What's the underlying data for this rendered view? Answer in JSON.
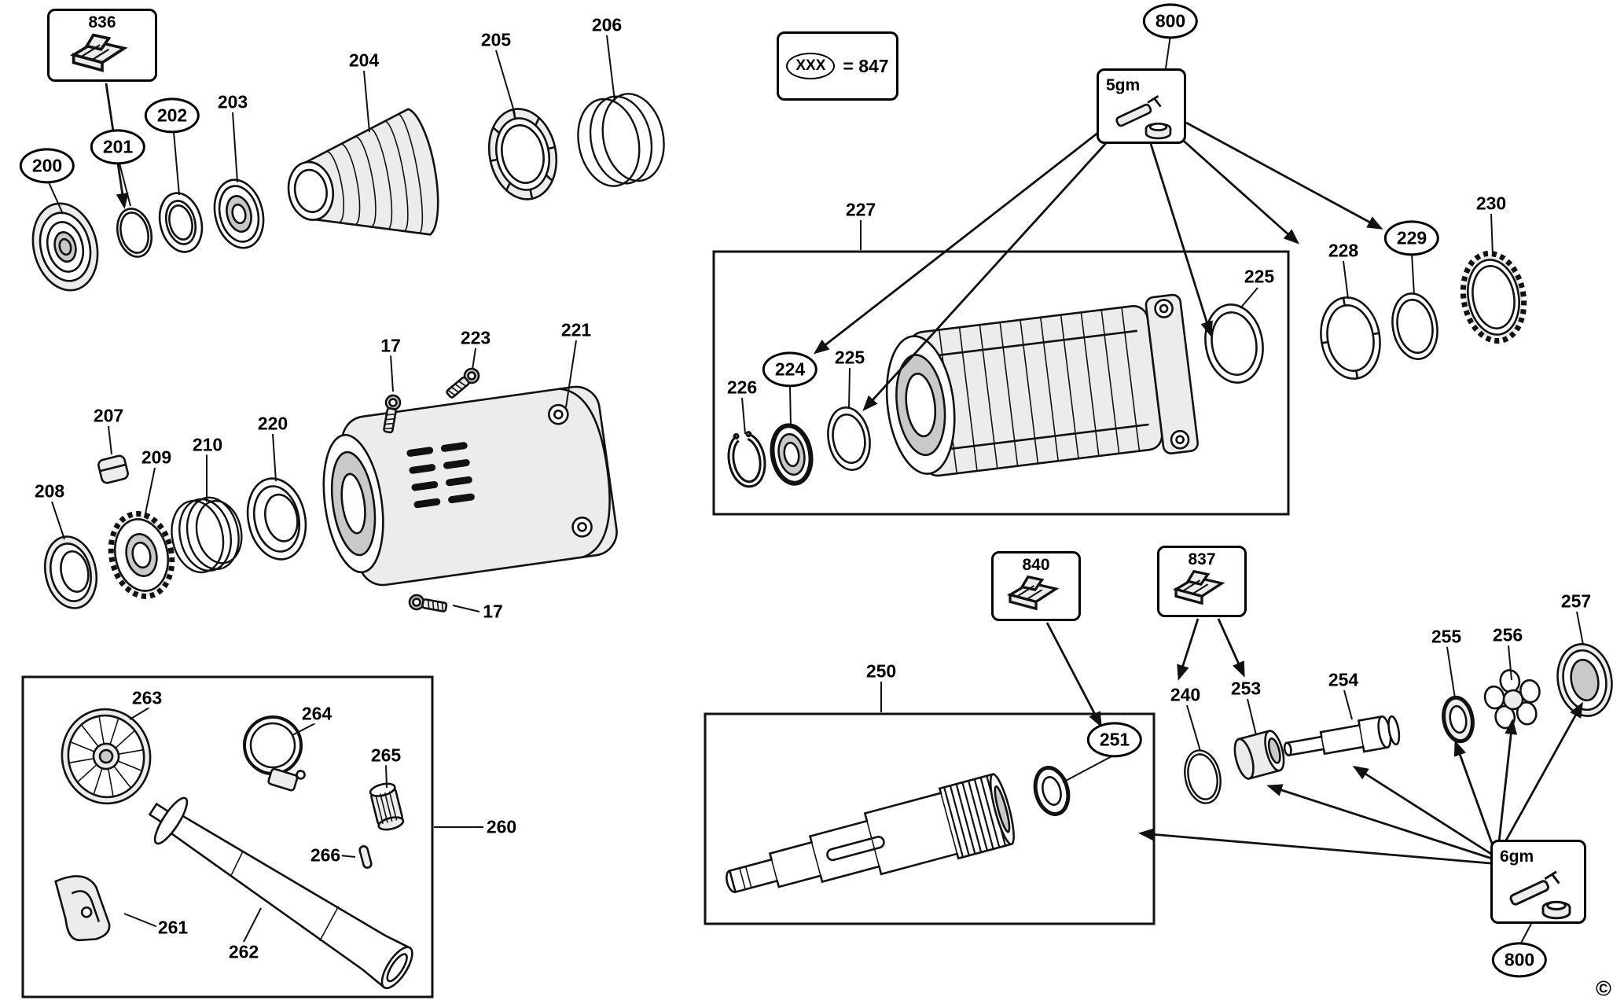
{
  "page": {
    "background": "#ffffff",
    "ink": "#111111"
  },
  "legend": {
    "symbol": "XXX",
    "value": "= 847"
  },
  "copyright": "©",
  "callouts": {
    "box836": "836",
    "box840": "840",
    "box837": "837",
    "grease5": "5gm",
    "grease6": "6gm",
    "oval800_top": "800",
    "oval800_bottom": "800"
  },
  "labels": [
    {
      "part": "200",
      "text": "200",
      "shape": "oval"
    },
    {
      "part": "201",
      "text": "201",
      "shape": "oval"
    },
    {
      "part": "202",
      "text": "202",
      "shape": "oval"
    },
    {
      "part": "203",
      "text": "203",
      "shape": "plain"
    },
    {
      "part": "204",
      "text": "204",
      "shape": "plain"
    },
    {
      "part": "205",
      "text": "205",
      "shape": "plain"
    },
    {
      "part": "206",
      "text": "206",
      "shape": "plain"
    },
    {
      "part": "17",
      "text": "17",
      "shape": "plain"
    },
    {
      "part": "223",
      "text": "223",
      "shape": "plain"
    },
    {
      "part": "221",
      "text": "221",
      "shape": "plain"
    },
    {
      "part": "207",
      "text": "207",
      "shape": "plain"
    },
    {
      "part": "209",
      "text": "209",
      "shape": "plain"
    },
    {
      "part": "210",
      "text": "210",
      "shape": "plain"
    },
    {
      "part": "220",
      "text": "220",
      "shape": "plain"
    },
    {
      "part": "208",
      "text": "208",
      "shape": "plain"
    },
    {
      "part": "17",
      "text": "17",
      "shape": "plain"
    },
    {
      "part": "227",
      "text": "227",
      "shape": "plain"
    },
    {
      "part": "226",
      "text": "226",
      "shape": "plain"
    },
    {
      "part": "224",
      "text": "224",
      "shape": "oval"
    },
    {
      "part": "225",
      "text": "225",
      "shape": "plain"
    },
    {
      "part": "225",
      "text": "225",
      "shape": "plain"
    },
    {
      "part": "228",
      "text": "228",
      "shape": "plain"
    },
    {
      "part": "229",
      "text": "229",
      "shape": "oval"
    },
    {
      "part": "230",
      "text": "230",
      "shape": "plain"
    },
    {
      "part": "250",
      "text": "250",
      "shape": "plain"
    },
    {
      "part": "251",
      "text": "251",
      "shape": "oval"
    },
    {
      "part": "240",
      "text": "240",
      "shape": "plain"
    },
    {
      "part": "253",
      "text": "253",
      "shape": "plain"
    },
    {
      "part": "254",
      "text": "254",
      "shape": "plain"
    },
    {
      "part": "255",
      "text": "255",
      "shape": "plain"
    },
    {
      "part": "256",
      "text": "256",
      "shape": "plain"
    },
    {
      "part": "257",
      "text": "257",
      "shape": "plain"
    },
    {
      "part": "263",
      "text": "263",
      "shape": "plain"
    },
    {
      "part": "264",
      "text": "264",
      "shape": "plain"
    },
    {
      "part": "265",
      "text": "265",
      "shape": "plain"
    },
    {
      "part": "266",
      "text": "266",
      "shape": "plain"
    },
    {
      "part": "260",
      "text": "260",
      "shape": "plain"
    },
    {
      "part": "261",
      "text": "261",
      "shape": "plain"
    },
    {
      "part": "262",
      "text": "262",
      "shape": "plain"
    }
  ]
}
